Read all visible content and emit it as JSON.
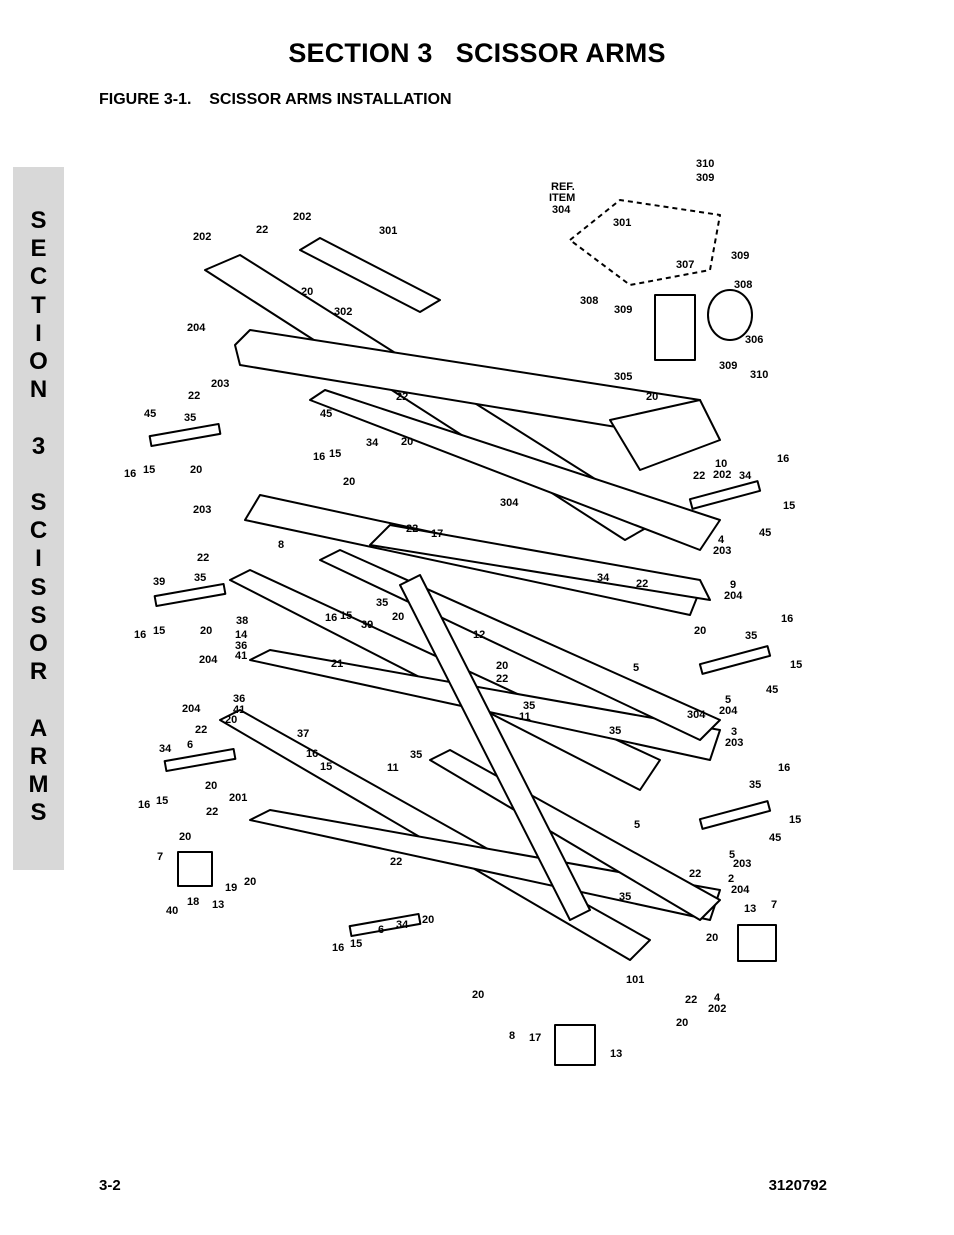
{
  "header": {
    "section_title": "SECTION 3   SCISSOR ARMS",
    "figure_caption": "FIGURE 3-1.    SCISSOR ARMS INSTALLATION"
  },
  "side_tab": {
    "text": "SECTION 3 SCISSOR ARMS",
    "background": "#d8d8d8"
  },
  "callouts": {
    "l310a": "310",
    "l309a": "309",
    "ref_item": "REF.",
    "ref_item2": "ITEM",
    "ref_304": "304",
    "l301a": "301",
    "l309b": "309",
    "l307": "307",
    "l308a": "308",
    "l308b": "308",
    "l309c": "309",
    "l306": "306",
    "l309d": "309",
    "l305": "305",
    "l310b": "310",
    "l202a": "202",
    "l202b": "202",
    "l22a": "22",
    "l301b": "301",
    "l20a": "20",
    "l302": "302",
    "l204a": "204",
    "l203a": "203",
    "l22b": "22",
    "l45a": "45",
    "l35a": "35",
    "l16a": "16",
    "l15a": "15",
    "l20b": "20",
    "l45b": "45",
    "l22c": "22",
    "l34a": "34",
    "l20c": "20",
    "l16b": "16",
    "l15b": "15",
    "l20d": "20",
    "l10": "10",
    "l202c": "202",
    "l22d": "22",
    "l16c": "16",
    "l34b": "34",
    "l15c": "15",
    "l45c": "45",
    "l4a": "4",
    "l203b": "203",
    "l20e": "20",
    "l304a": "304",
    "l203c": "203",
    "l8a": "8",
    "l17a": "17",
    "l22e": "22",
    "l22f": "22",
    "l39a": "39",
    "l35b": "35",
    "l34c": "34",
    "l22g": "22",
    "l9": "9",
    "l204b": "204",
    "l16d": "16",
    "l15d": "15",
    "l20f": "20",
    "l14": "14",
    "l36a": "36",
    "l41a": "41",
    "l38": "38",
    "l35c": "35",
    "l16e": "16",
    "l15e": "15",
    "l39b": "39",
    "l20g": "20",
    "l20h": "20",
    "l16f": "16",
    "l35d": "35",
    "l15f": "15",
    "l45d": "45",
    "l204c": "204",
    "l21": "21",
    "l12": "12",
    "l20i": "20",
    "l22h": "22",
    "l5a": "5",
    "l5b": "5",
    "l204d": "204",
    "l36b": "36",
    "l41b": "41",
    "l20j": "20",
    "l204e": "204",
    "l22i": "22",
    "l6a": "6",
    "l37": "37",
    "l35e": "35",
    "l11a": "11",
    "l35f": "35",
    "l304b": "304",
    "l3": "3",
    "l203d": "203",
    "l34d": "34",
    "l16g": "16",
    "l15g": "15",
    "l11b": "11",
    "l35g": "35",
    "l20k": "20",
    "l16h": "16",
    "l15h": "15",
    "l22j": "22",
    "l16i": "16",
    "l35h": "35",
    "l15i": "15",
    "l45e": "45",
    "l5c": "5",
    "l5d": "5",
    "l203e": "203",
    "l201": "201",
    "l20l": "20",
    "l7a": "7",
    "l19": "19",
    "l20m": "20",
    "l40": "40",
    "l18": "18",
    "l13a": "13",
    "l22k": "22",
    "l22l": "22",
    "l35i": "35",
    "l2": "2",
    "l204f": "204",
    "l13b": "13",
    "l7b": "7",
    "l20n": "20",
    "l16j": "16",
    "l15j": "15",
    "l6b": "6",
    "l34e": "34",
    "l20o": "20",
    "l101": "101",
    "l22m": "22",
    "l4b": "4",
    "l202d": "202",
    "l20p": "20",
    "l20q": "20",
    "l8b": "8",
    "l17b": "17",
    "l13c": "13"
  },
  "footer": {
    "page_number": "3-2",
    "document_number": "3120792"
  }
}
